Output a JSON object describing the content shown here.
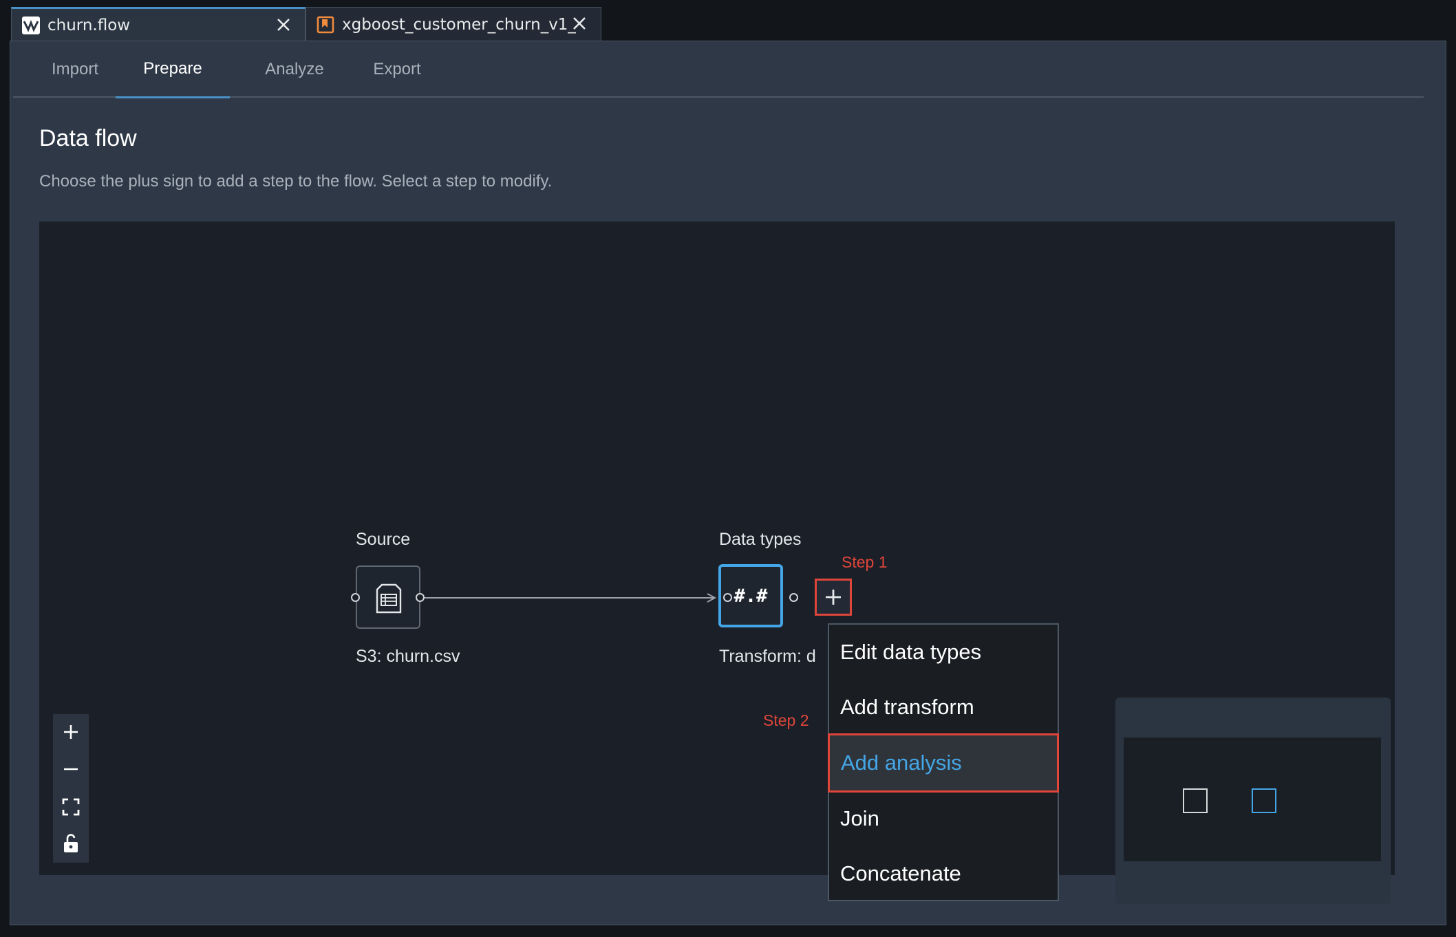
{
  "tabs": [
    {
      "title": "churn.flow",
      "icon": "flow-icon",
      "active": true
    },
    {
      "title": "xgboost_customer_churn_v1_",
      "icon": "notebook-bookmark-icon",
      "active": false
    }
  ],
  "nav": {
    "items": [
      "Import",
      "Prepare",
      "Analyze",
      "Export"
    ],
    "active": "Prepare"
  },
  "page": {
    "title": "Data flow",
    "description": "Choose the plus sign to add a step to the flow. Select a step to modify."
  },
  "flow": {
    "source": {
      "header": "Source",
      "caption": "S3: churn.csv",
      "icon": "file-table-icon"
    },
    "datatypes": {
      "header": "Data types",
      "caption": "Transform: d",
      "glyph": "#.#"
    },
    "add_step_icon": "plus-icon",
    "step1_label": "Step 1",
    "step2_label": "Step 2"
  },
  "menu": {
    "items": [
      "Edit data types",
      "Add transform",
      "Add analysis",
      "Join",
      "Concatenate"
    ],
    "highlighted": "Add analysis"
  },
  "zoom_controls": [
    "zoom-in-icon",
    "zoom-out-icon",
    "fit-to-screen-icon",
    "unlock-icon"
  ],
  "colors": {
    "accent_blue": "#44a6e6",
    "annotation_red": "#e0453a",
    "panel_bg": "#2e3847",
    "canvas_bg": "#1b2028"
  }
}
